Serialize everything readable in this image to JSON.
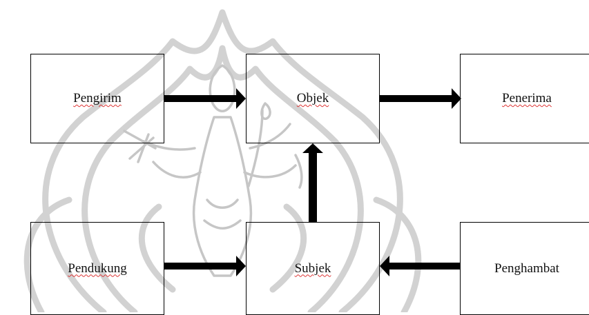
{
  "diagram": {
    "nodes": {
      "pengirim": "Pengirim",
      "objek": "Objek",
      "penerima": "Penerima",
      "pendukung": "Pendukung",
      "subjek": "Subjek",
      "penghambat": "Penghambat"
    },
    "edges": [
      {
        "from": "pengirim",
        "to": "objek"
      },
      {
        "from": "objek",
        "to": "penerima"
      },
      {
        "from": "subjek",
        "to": "objek"
      },
      {
        "from": "pendukung",
        "to": "subjek"
      },
      {
        "from": "penghambat",
        "to": "subjek"
      }
    ]
  }
}
